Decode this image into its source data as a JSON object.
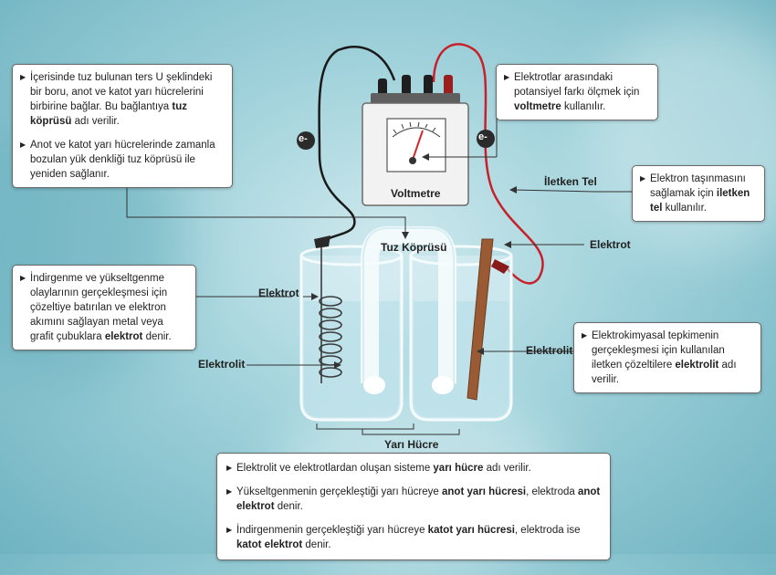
{
  "callouts": {
    "salt_bridge": {
      "p1": {
        "a": "İçerisinde tuz bulunan ters U şeklindeki bir boru, anot ve katot yarı hücrelerini birbirine bağlar. Bu bağlantıya ",
        "b": "tuz köprüsü",
        "c": " adı verilir."
      },
      "p2": {
        "a": "Anot ve katot yarı hücrelerinde zamanla bozulan yük denkliği tuz köprüsü ile yeniden sağlanır."
      }
    },
    "voltmeter": {
      "p1": {
        "a": "Elektrotlar arasındaki potansiyel farkı ölçmek için ",
        "b": "voltmetre",
        "c": " kullanılır."
      }
    },
    "wire": {
      "p1": {
        "a": "Elektron taşınmasını sağlamak için ",
        "b": "iletken tel",
        "c": " kullanılır."
      }
    },
    "electrode": {
      "p1": {
        "a": "İndirgenme ve yükseltgenme olaylarının gerçekleşmesi için çözeltiye batırılan ve elektron akımını sağlayan metal veya grafit çubuklara ",
        "b": "elektrot",
        "c": " denir."
      }
    },
    "electrolyte": {
      "p1": {
        "a": "Elektrokimyasal tepkimenin gerçekleşmesi için kullanılan iletken çözeltilere ",
        "b": "elektrolit",
        "c": " adı verilir."
      }
    },
    "bottom": {
      "p1": {
        "a": "Elektrolit ve elektrotlardan oluşan sisteme ",
        "b": "yarı hücre",
        "c": " adı verilir."
      },
      "p2": {
        "a": "Yükseltgenmenin gerçekleştiği yarı hücreye ",
        "b": "anot yarı hücresi",
        "c": ", elektroda ",
        "d": "anot elektrot",
        "e": " denir."
      },
      "p3": {
        "a": "İndirgenmenin gerçekleştiği yarı hücreye ",
        "b": "katot yarı hücresi",
        "c": ", elektroda ise ",
        "d": "katot elektrot",
        "e": " denir."
      }
    }
  },
  "labels": {
    "voltmetre": "Voltmetre",
    "tuz_koprusu": "Tuz Köprüsü",
    "iletken_tel": "İletken Tel",
    "elektrot_right": "Elektrot",
    "elektrot_left": "Elektrot",
    "elektrolit_left": "Elektrolit",
    "elektrolit_right": "Elektrolit",
    "yari_hucre": "Yarı Hücre",
    "electron_left": "e-",
    "electron_right": "e-"
  },
  "bullet": "▶",
  "colors": {
    "wire_black": "#1a1a1a",
    "wire_red": "#c8202a",
    "copper": "#9a5a33",
    "needle": "#d22a2a",
    "background": "#9fd1da"
  }
}
